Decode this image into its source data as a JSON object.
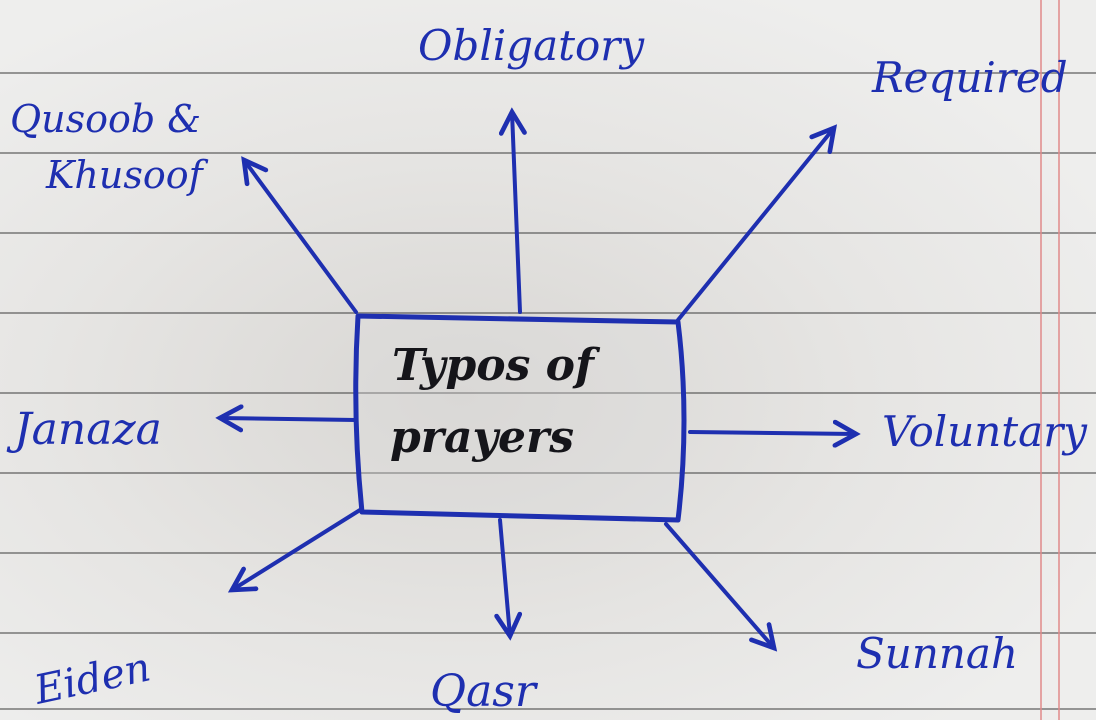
{
  "diagram": {
    "center": [
      "Typos of",
      "prayers"
    ],
    "nodes": {
      "qusoob": [
        "Qusoob &",
        "Khusoof"
      ],
      "obligatory": "Obligatory",
      "required": "Required",
      "janaza": "Janaza",
      "voluntary": "Voluntary",
      "eiden": "Eiden",
      "qasr": "Qasr",
      "sunnah": "Sunnah"
    }
  },
  "colors": {
    "ink_blue": "#1e2fb0",
    "ink_black": "#15151a",
    "margin_red": "#e08a8a"
  }
}
